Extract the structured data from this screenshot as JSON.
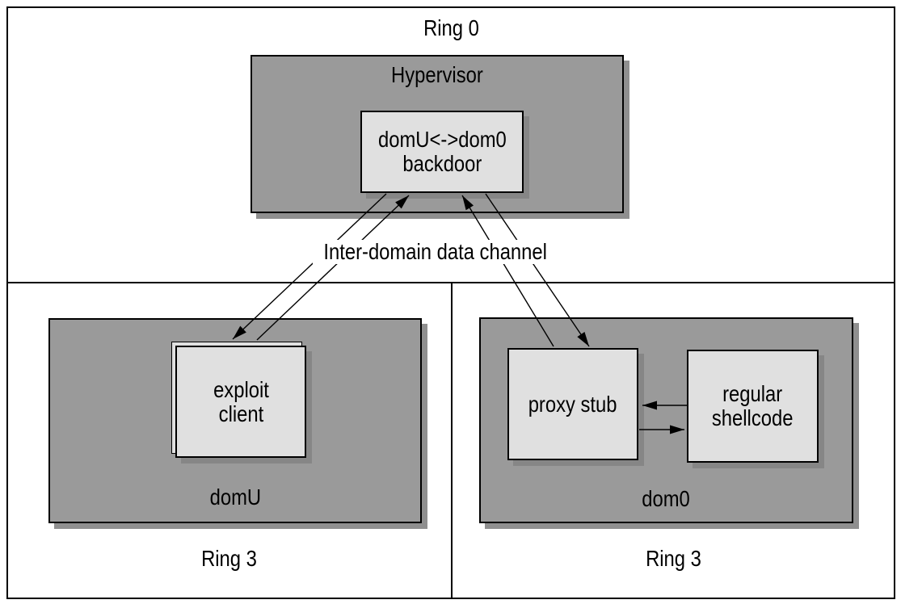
{
  "diagram": {
    "ring0_label": "Ring 0",
    "hypervisor_label": "Hypervisor",
    "backdoor": {
      "line1": "domU<->dom0",
      "line2": "backdoor"
    },
    "channel_label": "Inter-domain data channel",
    "domU": {
      "domain_label": "domU",
      "ring_label": "Ring 3",
      "exploit_client": {
        "line1": "exploit",
        "line2": "client"
      }
    },
    "dom0": {
      "domain_label": "dom0",
      "ring_label": "Ring 3",
      "proxy_stub_label": "proxy stub",
      "shellcode": {
        "line1": "regular",
        "line2": "shellcode"
      }
    },
    "colors": {
      "background": "#ffffff",
      "domain_box_fill": "#9a9a9a",
      "node_box_fill": "#e0e0e0",
      "shadow_on_white": "#8f8f8f",
      "shadow_on_gray": "#868686",
      "line_and_text": "#000000"
    }
  }
}
